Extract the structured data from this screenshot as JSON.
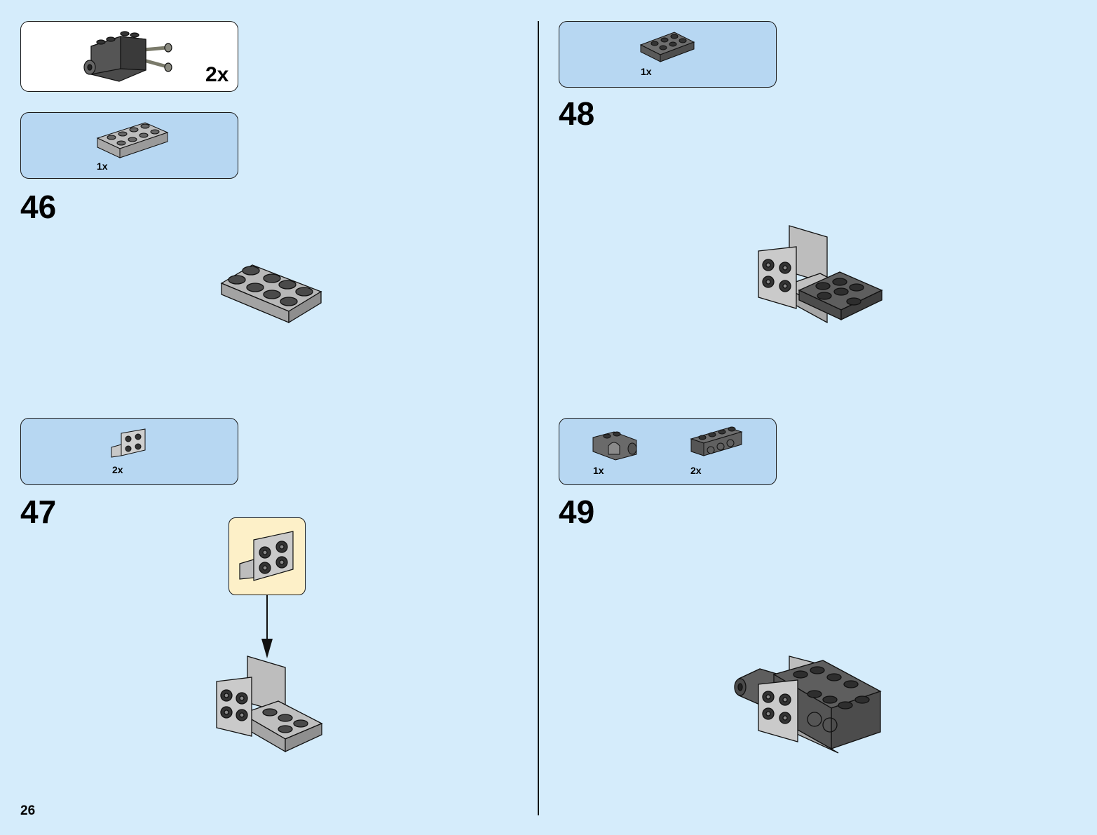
{
  "page": {
    "number": "26"
  },
  "sub_assembly": {
    "quantity": "2x"
  },
  "steps": [
    {
      "number": "46",
      "parts": [
        {
          "name": "plate-2x4-light-gray",
          "quantity": "1x"
        }
      ]
    },
    {
      "number": "47",
      "parts": [
        {
          "name": "bracket-1x2-2x2-light-gray",
          "quantity": "2x"
        }
      ]
    },
    {
      "number": "48",
      "parts": [
        {
          "name": "plate-2x3-dark-gray",
          "quantity": "1x"
        }
      ]
    },
    {
      "number": "49",
      "parts": [
        {
          "name": "technic-pin-connector-dark-gray",
          "quantity": "1x"
        },
        {
          "name": "technic-brick-1x4-dark-gray",
          "quantity": "2x"
        }
      ]
    }
  ],
  "colors": {
    "background": "#d5ecfb",
    "parts_callout": "#b7d7f2",
    "subassembly_callout": "#ffffff",
    "detail_callout": "#fdf0c8"
  }
}
